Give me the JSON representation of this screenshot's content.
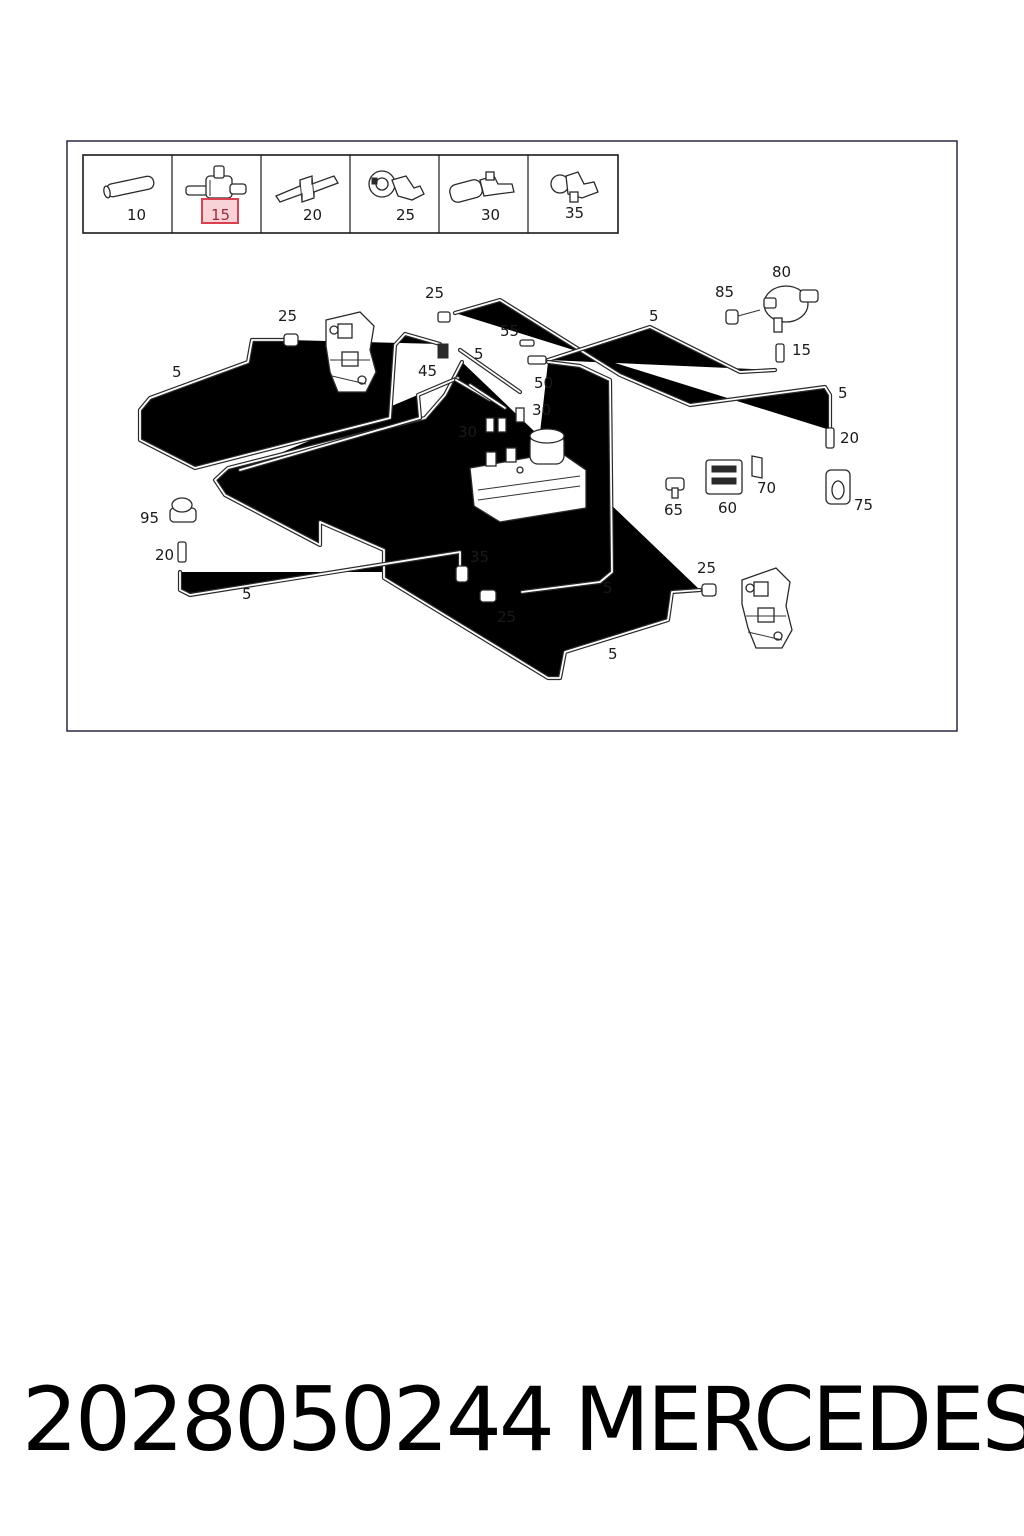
{
  "legend": {
    "cells": [
      {
        "label": "10"
      },
      {
        "label": "15",
        "highlighted": true
      },
      {
        "label": "20"
      },
      {
        "label": "25"
      },
      {
        "label": "30"
      },
      {
        "label": "35"
      }
    ]
  },
  "callouts": [
    {
      "id": "c25a",
      "text": "25"
    },
    {
      "id": "c5a",
      "text": "5"
    },
    {
      "id": "c25b",
      "text": "25"
    },
    {
      "id": "c55",
      "text": "55"
    },
    {
      "id": "c5b",
      "text": "5"
    },
    {
      "id": "c45",
      "text": "45"
    },
    {
      "id": "c50",
      "text": "50"
    },
    {
      "id": "c30a",
      "text": "30"
    },
    {
      "id": "c30b",
      "text": "30"
    },
    {
      "id": "c5c",
      "text": "5"
    },
    {
      "id": "c85",
      "text": "85"
    },
    {
      "id": "c80",
      "text": "80"
    },
    {
      "id": "c15",
      "text": "15"
    },
    {
      "id": "c5d",
      "text": "5"
    },
    {
      "id": "c20a",
      "text": "20"
    },
    {
      "id": "c75",
      "text": "75"
    },
    {
      "id": "c70",
      "text": "70"
    },
    {
      "id": "c65",
      "text": "65"
    },
    {
      "id": "c60",
      "text": "60"
    },
    {
      "id": "c95",
      "text": "95"
    },
    {
      "id": "c20b",
      "text": "20"
    },
    {
      "id": "c5e",
      "text": "5"
    },
    {
      "id": "c35",
      "text": "35"
    },
    {
      "id": "c25c",
      "text": "25"
    },
    {
      "id": "c5f",
      "text": "5"
    },
    {
      "id": "c25d",
      "text": "25"
    },
    {
      "id": "c5g",
      "text": "5"
    }
  ],
  "footer": {
    "part_number": "2028050244",
    "brand": "MERCEDES"
  },
  "colors": {
    "highlight": "#d94050",
    "line": "#2a2a2a",
    "border": "#1a1a3a"
  }
}
